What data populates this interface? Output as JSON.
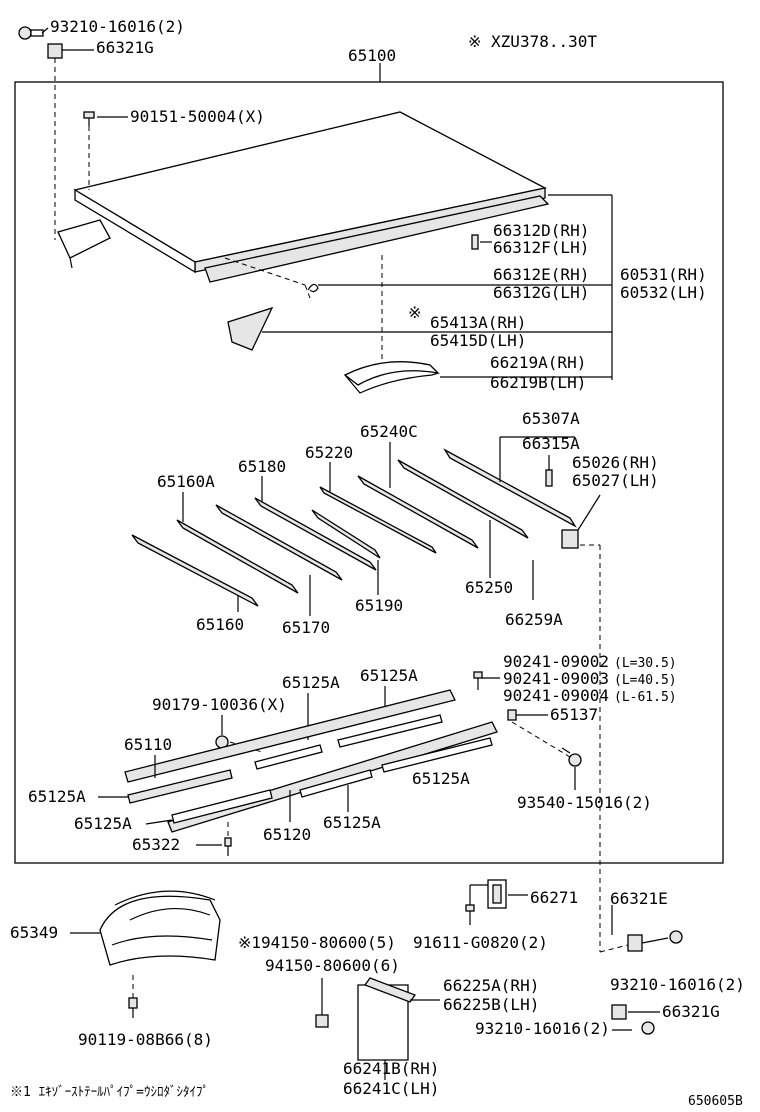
{
  "header": {
    "note": "※ XZU378..30T",
    "assembly_label": "65100"
  },
  "labels": {
    "p93210_top": "93210-16016(2)",
    "p66321g_top": "66321G",
    "p90151": "90151-50004(X)",
    "p66312d": "66312D(RH)",
    "p66312f": "66312F(LH)",
    "p66312e": "66312E(RH)",
    "p66312g": "66312G(LH)",
    "p60531": "60531(RH)",
    "p60532": "60532(LH)",
    "p65413_mark": "※",
    "p65413a": "65413A(RH)",
    "p65415d": "65415D(LH)",
    "p66219a": "66219A(RH)",
    "p66219b": "66219B(LH)",
    "p65307a": "65307A",
    "p66315a": "66315A",
    "p65240c": "65240C",
    "p65220": "65220",
    "p65180": "65180",
    "p65160a": "65160A",
    "p65026": "65026(RH)",
    "p65027": "65027(LH)",
    "p65160": "65160",
    "p65170": "65170",
    "p65190": "65190",
    "p65250": "65250",
    "p66259a": "66259A",
    "p90241_1": "90241-09002",
    "p90241_1_len": "(L=30.5)",
    "p90241_2": "90241-09003",
    "p90241_2_len": "(L=40.5)",
    "p90241_3": "90241-09004",
    "p90241_3_len": "(L-61.5)",
    "p65137": "65137",
    "p65125a_1": "65125A",
    "p65125a_2": "65125A",
    "p90179": "90179-10036(X)",
    "p65110": "65110",
    "p65125a_3": "65125A",
    "p65125a_4": "65125A",
    "p65125a_5": "65125A",
    "p65125a_6": "65125A",
    "p93540": "93540-15016(2)",
    "p65120": "65120",
    "p65322": "65322",
    "p65349": "65349",
    "p66271": "66271",
    "p66321e": "66321E",
    "p94150_a": "※194150-80600(5)",
    "p91611": "91611-G0820(2)",
    "p94150_b": "94150-80600(6)",
    "p93210_mid": "93210-16016(2)",
    "p66225a": "66225A(RH)",
    "p66225b": "66225B(LH)",
    "p66321g_bot": "66321G",
    "p93210_bot": "93210-16016(2)",
    "p90119": "90119-08B66(8)",
    "p66241b": "66241B(RH)",
    "p66241c": "66241C(LH)"
  },
  "footer": {
    "note": "※1 ｴｷｿﾞｰｽﾄﾃｰﾙﾊﾟｲﾌﾟ=ｳｼﾛﾀﾞｼﾀｲﾌﾟ",
    "diagram_code": "650605B"
  }
}
